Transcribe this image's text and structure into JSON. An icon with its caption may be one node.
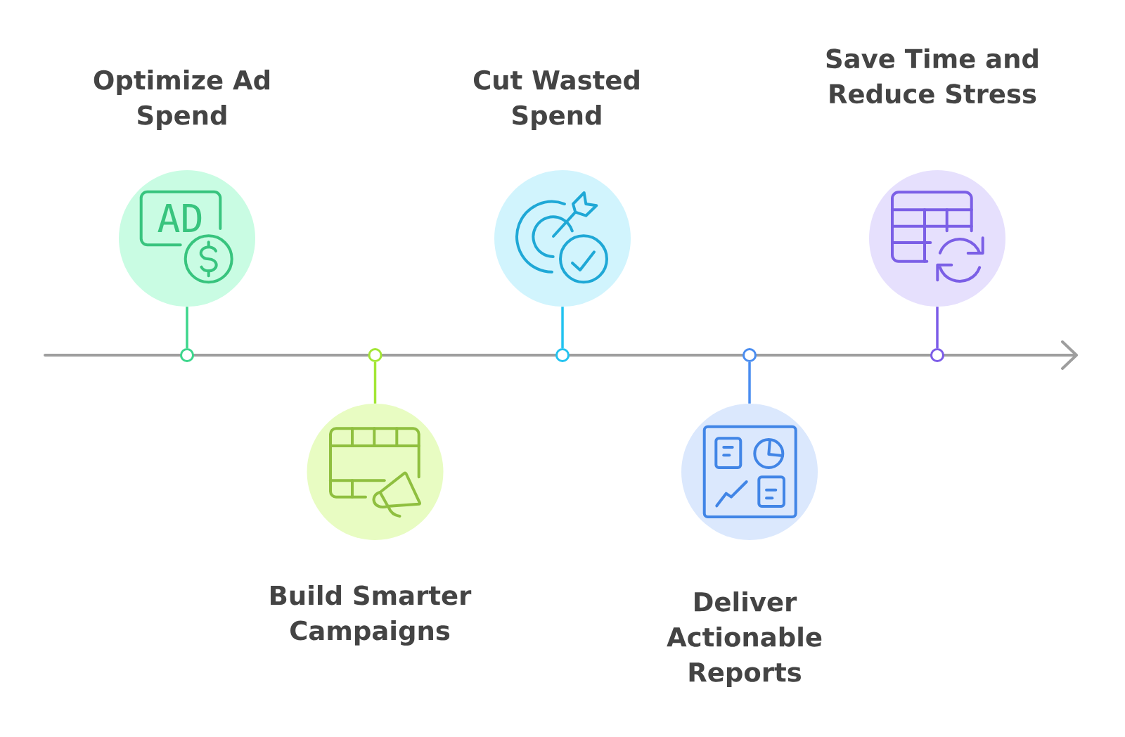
{
  "diagram": {
    "nodes": [
      {
        "text": [
          "Optimize Ad Spend"
        ]
      },
      {
        "text": [
          "Build Smarter Campaigns"
        ]
      },
      {
        "text": [
          "Cut Wasted Spend"
        ]
      },
      {
        "text": [
          "Deliver Actionable Reports"
        ]
      },
      {
        "text": [
          "Save Time and Reduce Stress"
        ]
      },
      {
        "text": [],
        "shape": "circle"
      },
      {
        "text": [],
        "shape": "circle"
      },
      {
        "text": [],
        "shape": "circle"
      },
      {
        "text": [],
        "shape": "circle"
      },
      {
        "text": [],
        "shape": "circle"
      }
    ],
    "edges": [
      {
        "from": 0,
        "to": 5,
        "arrow": "none",
        "color": "#3dd68c"
      },
      {
        "from": 1,
        "to": 6,
        "arrow": "none",
        "color": "#a3e635"
      },
      {
        "from": 2,
        "to": 7,
        "arrow": "none",
        "color": "#22c3f0"
      },
      {
        "from": 3,
        "to": 8,
        "arrow": "none",
        "color": "#4a8df0"
      },
      {
        "from": 4,
        "to": 9,
        "arrow": "none",
        "color": "#7c5ce8"
      }
    ],
    "labels": [
      "AD"
    ]
  }
}
